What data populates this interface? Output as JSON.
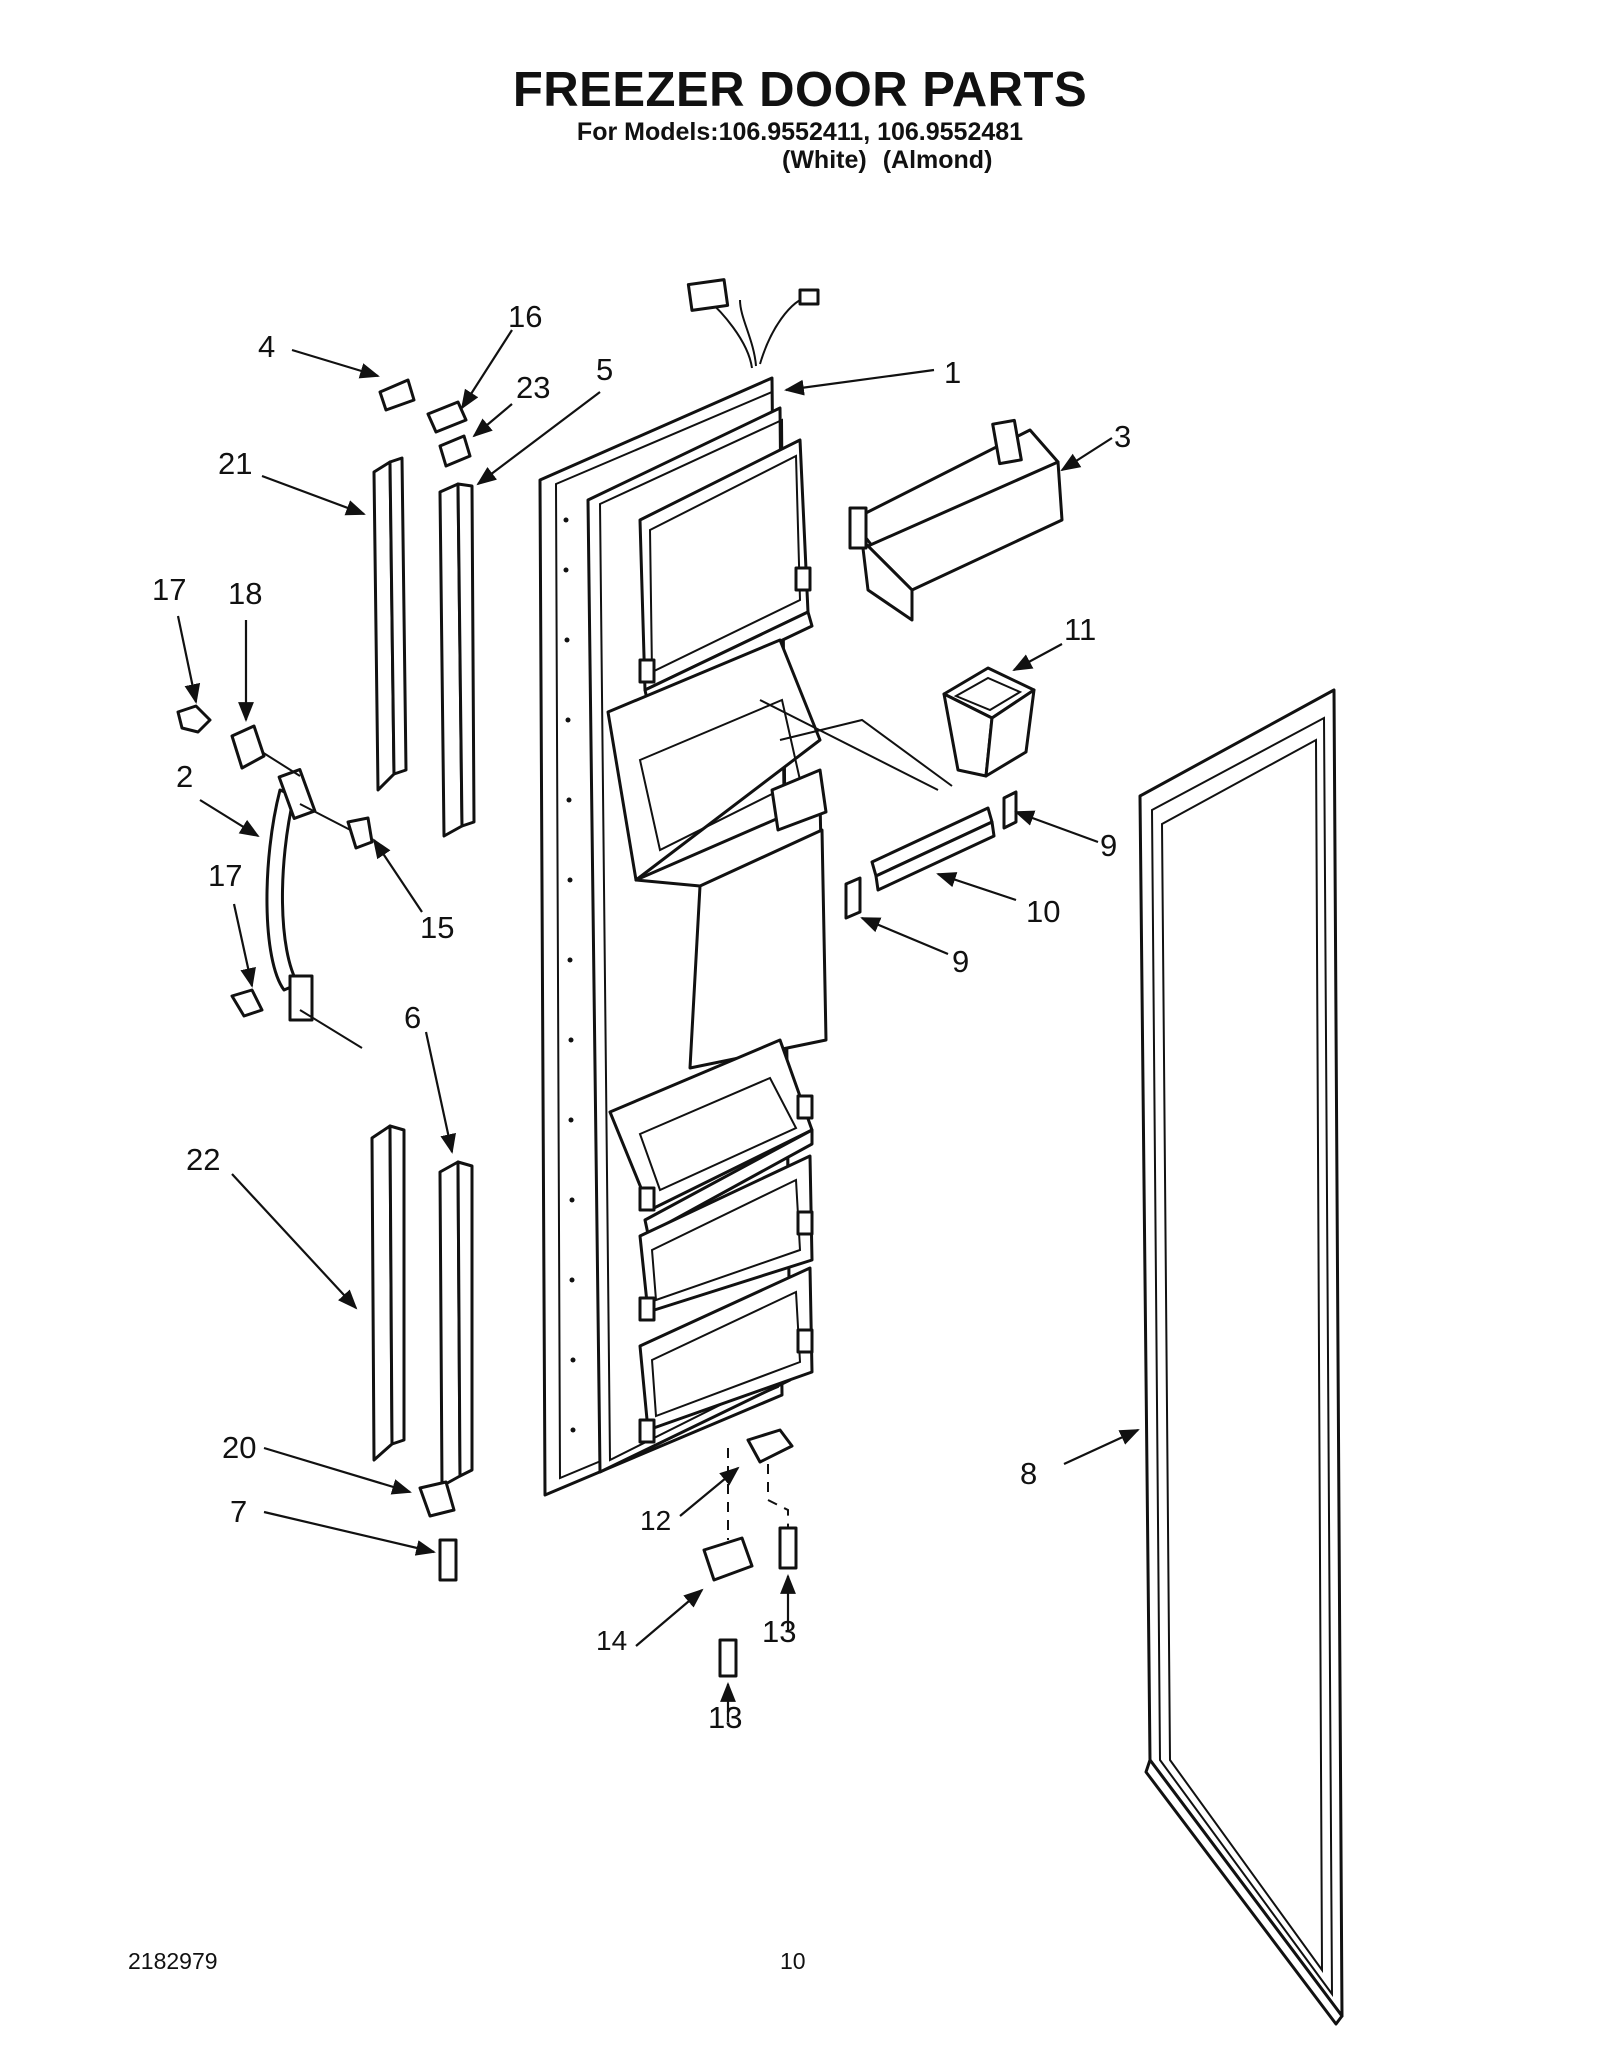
{
  "header": {
    "title": "FREEZER DOOR PARTS",
    "models_line": "For Models:106.9552411, 106.9552481",
    "variant_white": "(White)",
    "variant_almond": "(Almond)"
  },
  "callouts": {
    "c1": "1",
    "c2": "2",
    "c3": "3",
    "c4": "4",
    "c5": "5",
    "c6": "6",
    "c7": "7",
    "c8": "8",
    "c9a": "9",
    "c9b": "9",
    "c10": "10",
    "c11": "11",
    "c12": "12",
    "c13a": "13",
    "c13b": "13",
    "c14": "14",
    "c15": "15",
    "c16": "16",
    "c17a": "17",
    "c17b": "17",
    "c18": "18",
    "c20": "20",
    "c21": "21",
    "c22": "22",
    "c23": "23"
  },
  "footer": {
    "doc_id": "2182979",
    "page": "10"
  }
}
